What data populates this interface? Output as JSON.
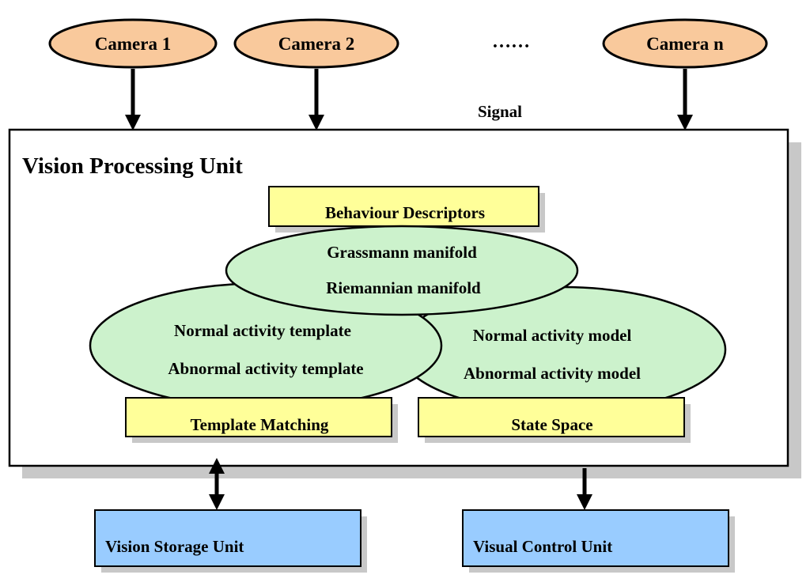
{
  "cameras": [
    {
      "label": "Camera 1"
    },
    {
      "label": "Camera 2"
    },
    {
      "label": "Camera n"
    }
  ],
  "camera_ellipsis": "……",
  "signal_label": "Signal",
  "vpu": {
    "title": "Vision Processing Unit",
    "behaviour_descriptors": "Behaviour Descriptors",
    "manifolds": [
      "Grassmann manifold",
      "Riemannian manifold"
    ],
    "templates": [
      "Normal activity template",
      "Abnormal activity template"
    ],
    "models": [
      "Normal activity model",
      "Abnormal activity model"
    ],
    "template_matching": "Template Matching",
    "state_space": "State Space"
  },
  "storage_unit": "Vision Storage Unit",
  "control_unit": "Visual Control Unit",
  "colors": {
    "camera_fill": "#f9c99c",
    "ellipse_fill": "#ccf2cc",
    "label_box_fill": "#ffff99",
    "unit_fill": "#99ccff",
    "shadow": "#c8c8c8"
  }
}
